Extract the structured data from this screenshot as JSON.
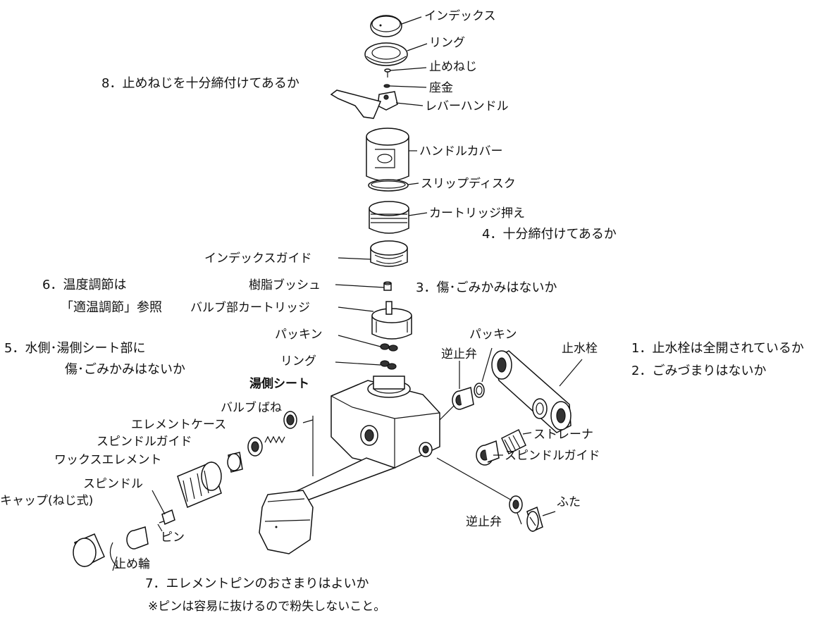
{
  "parts": {
    "index": "インデックス",
    "ring_top": "リング",
    "set_screw": "止めねじ",
    "washer": "座金",
    "lever_handle": "レバーハンドル",
    "handle_cover": "ハンドルカバー",
    "slip_disc": "スリップディスク",
    "cartridge_retainer": "カートリッジ押え",
    "index_guide": "インデックスガイド",
    "resin_bush": "樹脂ブッシュ",
    "valve_cartridge": "バルブ部カートリッジ",
    "packing_left": "パッキン",
    "ring_mid": "リング",
    "hot_seat": "湯側シート",
    "spring": "ばね",
    "valve": "バルブ",
    "element_case": "エレメントケース",
    "spindle_guide_left": "スピンドルガイド",
    "wax_element": "ワックスエレメント",
    "spindle": "スピンドル",
    "cap": "キャップ(ねじ式)",
    "pin": "ピン",
    "stop_ring": "止め輪",
    "check_valve_top": "逆止弁",
    "packing_right": "パッキン",
    "stop_cock": "止水栓",
    "strainer": "ストレーナ",
    "spindle_guide_right": "スピンドルガイド",
    "check_valve_bottom": "逆止弁",
    "lid": "ふた"
  },
  "checks": {
    "c1": "1．止水栓は全開されているか",
    "c2": "2．ごみづまりはないか",
    "c3": "3．傷･ごみかみはないか",
    "c4": "4．十分締付けてあるか",
    "c5_line1": "5．水側･湯側シート部に",
    "c5_line2": "傷･ごみかみはないか",
    "c6_line1": "6．温度調節は",
    "c6_line2": "「適温調節」参照",
    "c7": "7．エレメントピンのおさまりはよいか",
    "c7_note": "※ピンは容易に抜けるので粉失しないこと。",
    "c8": "8．止めねじを十分締付けてあるか"
  }
}
